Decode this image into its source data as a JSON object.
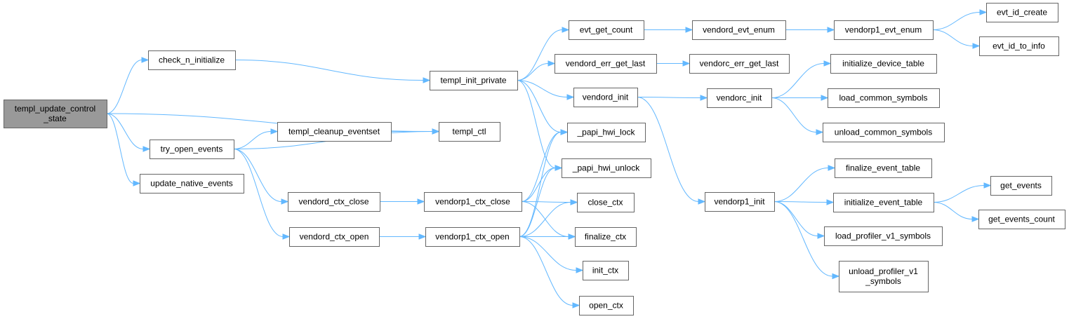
{
  "nodes": [
    {
      "id": "root",
      "lines": [
        "templ_update_control",
        "_state"
      ],
      "root": true
    },
    {
      "id": "check",
      "lines": [
        "check_n_initialize"
      ]
    },
    {
      "id": "tryopen",
      "lines": [
        "try_open_events"
      ]
    },
    {
      "id": "updnative",
      "lines": [
        "update_native_events"
      ]
    },
    {
      "id": "cleanup",
      "lines": [
        "templ_cleanup_eventset"
      ]
    },
    {
      "id": "ctl",
      "lines": [
        "templ_ctl"
      ]
    },
    {
      "id": "initpriv",
      "lines": [
        "templ_init_private"
      ]
    },
    {
      "id": "vctxclose",
      "lines": [
        "vendord_ctx_close"
      ]
    },
    {
      "id": "vctxopen",
      "lines": [
        "vendord_ctx_open"
      ]
    },
    {
      "id": "vp1close",
      "lines": [
        "vendorp1_ctx_close"
      ]
    },
    {
      "id": "vp1open",
      "lines": [
        "vendorp1_ctx_open"
      ]
    },
    {
      "id": "evtcount",
      "lines": [
        "evt_get_count"
      ]
    },
    {
      "id": "errlast",
      "lines": [
        "vendord_err_get_last"
      ]
    },
    {
      "id": "vdinit",
      "lines": [
        "vendord_init"
      ]
    },
    {
      "id": "lock",
      "lines": [
        "_papi_hwi_lock"
      ]
    },
    {
      "id": "unlock",
      "lines": [
        "_papi_hwi_unlock"
      ]
    },
    {
      "id": "closectx",
      "lines": [
        "close_ctx"
      ]
    },
    {
      "id": "finctx",
      "lines": [
        "finalize_ctx"
      ]
    },
    {
      "id": "initctx",
      "lines": [
        "init_ctx"
      ]
    },
    {
      "id": "openctx",
      "lines": [
        "open_ctx"
      ]
    },
    {
      "id": "vdevtenum",
      "lines": [
        "vendord_evt_enum"
      ]
    },
    {
      "id": "vcerr",
      "lines": [
        "vendorc_err_get_last"
      ]
    },
    {
      "id": "vcinit",
      "lines": [
        "vendorc_init"
      ]
    },
    {
      "id": "vp1init",
      "lines": [
        "vendorp1_init"
      ]
    },
    {
      "id": "vp1evtenum",
      "lines": [
        "vendorp1_evt_enum"
      ]
    },
    {
      "id": "initdev",
      "lines": [
        "initialize_device_table"
      ]
    },
    {
      "id": "loadcommon",
      "lines": [
        "load_common_symbols"
      ]
    },
    {
      "id": "unloadcommon",
      "lines": [
        "unload_common_symbols"
      ]
    },
    {
      "id": "finevt",
      "lines": [
        "finalize_event_table"
      ]
    },
    {
      "id": "initevt",
      "lines": [
        "initialize_event_table"
      ]
    },
    {
      "id": "loadprof",
      "lines": [
        "load_profiler_v1_symbols"
      ]
    },
    {
      "id": "unloadprof",
      "lines": [
        "unload_profiler_v1",
        "_symbols"
      ]
    },
    {
      "id": "evtidcreate",
      "lines": [
        "evt_id_create"
      ]
    },
    {
      "id": "evtidinfo",
      "lines": [
        "evt_id_to_info"
      ]
    },
    {
      "id": "getevents",
      "lines": [
        "get_events"
      ]
    },
    {
      "id": "geteventscount",
      "lines": [
        "get_events_count"
      ]
    }
  ],
  "edges": [
    [
      "root",
      "check"
    ],
    [
      "root",
      "ctl"
    ],
    [
      "root",
      "tryopen"
    ],
    [
      "root",
      "updnative"
    ],
    [
      "check",
      "initpriv"
    ],
    [
      "tryopen",
      "cleanup"
    ],
    [
      "tryopen",
      "ctl"
    ],
    [
      "tryopen",
      "vctxclose"
    ],
    [
      "tryopen",
      "vctxopen"
    ],
    [
      "cleanup",
      "ctl"
    ],
    [
      "initpriv",
      "evtcount"
    ],
    [
      "initpriv",
      "errlast"
    ],
    [
      "initpriv",
      "vdinit"
    ],
    [
      "initpriv",
      "lock"
    ],
    [
      "initpriv",
      "unlock"
    ],
    [
      "vctxclose",
      "vp1close"
    ],
    [
      "vctxopen",
      "vp1open"
    ],
    [
      "vp1close",
      "lock"
    ],
    [
      "vp1close",
      "unlock"
    ],
    [
      "vp1close",
      "closectx"
    ],
    [
      "vp1close",
      "finctx"
    ],
    [
      "vp1open",
      "lock"
    ],
    [
      "vp1open",
      "unlock"
    ],
    [
      "vp1open",
      "closectx"
    ],
    [
      "vp1open",
      "finctx"
    ],
    [
      "vp1open",
      "initctx"
    ],
    [
      "vp1open",
      "openctx"
    ],
    [
      "evtcount",
      "vdevtenum"
    ],
    [
      "errlast",
      "vcerr"
    ],
    [
      "vdinit",
      "vcinit"
    ],
    [
      "vdinit",
      "vp1init"
    ],
    [
      "vdevtenum",
      "vp1evtenum"
    ],
    [
      "vp1evtenum",
      "evtidcreate"
    ],
    [
      "vp1evtenum",
      "evtidinfo"
    ],
    [
      "vcinit",
      "initdev"
    ],
    [
      "vcinit",
      "loadcommon"
    ],
    [
      "vcinit",
      "unloadcommon"
    ],
    [
      "vp1init",
      "finevt"
    ],
    [
      "vp1init",
      "initevt"
    ],
    [
      "vp1init",
      "loadprof"
    ],
    [
      "vp1init",
      "unloadprof"
    ],
    [
      "initevt",
      "getevents"
    ],
    [
      "initevt",
      "geteventscount"
    ]
  ]
}
